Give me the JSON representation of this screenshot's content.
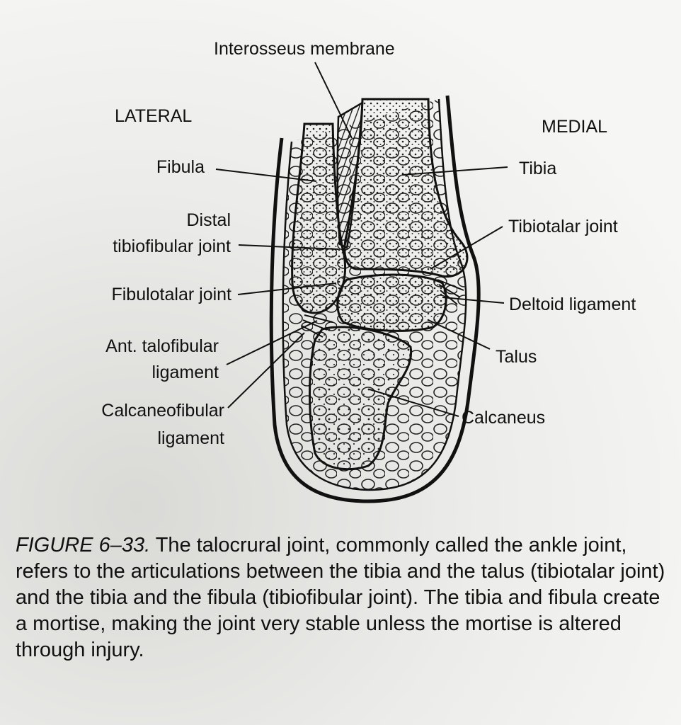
{
  "labels": {
    "interosseus_membrane": "Interosseus membrane",
    "lateral": "LATERAL",
    "medial": "MEDIAL",
    "fibula": "Fibula",
    "tibia": "Tibia",
    "distal_tibiofibular_1": "Distal",
    "distal_tibiofibular_2": "tibiofibular joint",
    "tibiotalar_joint": "Tibiotalar joint",
    "fibulotalar_joint": "Fibulotalar  joint",
    "deltoid_ligament": "Deltoid ligament",
    "ant_talofibular_1": "Ant. talofibular",
    "ant_talofibular_2": "ligament",
    "talus": "Talus",
    "calcaneofibular_1": "Calcaneofibular",
    "calcaneofibular_2": "ligament",
    "calcaneus": "Calcaneus"
  },
  "caption": {
    "figure": "FIGURE 6–33.",
    "text": " The talocrural joint, commonly called the ankle joint, refers to the articulations between the tibia and the talus (tibiotalar joint) and the tibia and the fibula (tibiofibular joint). The tibia and fibula create a mortise, making the joint very stable unless the mortise is altered through injury."
  }
}
